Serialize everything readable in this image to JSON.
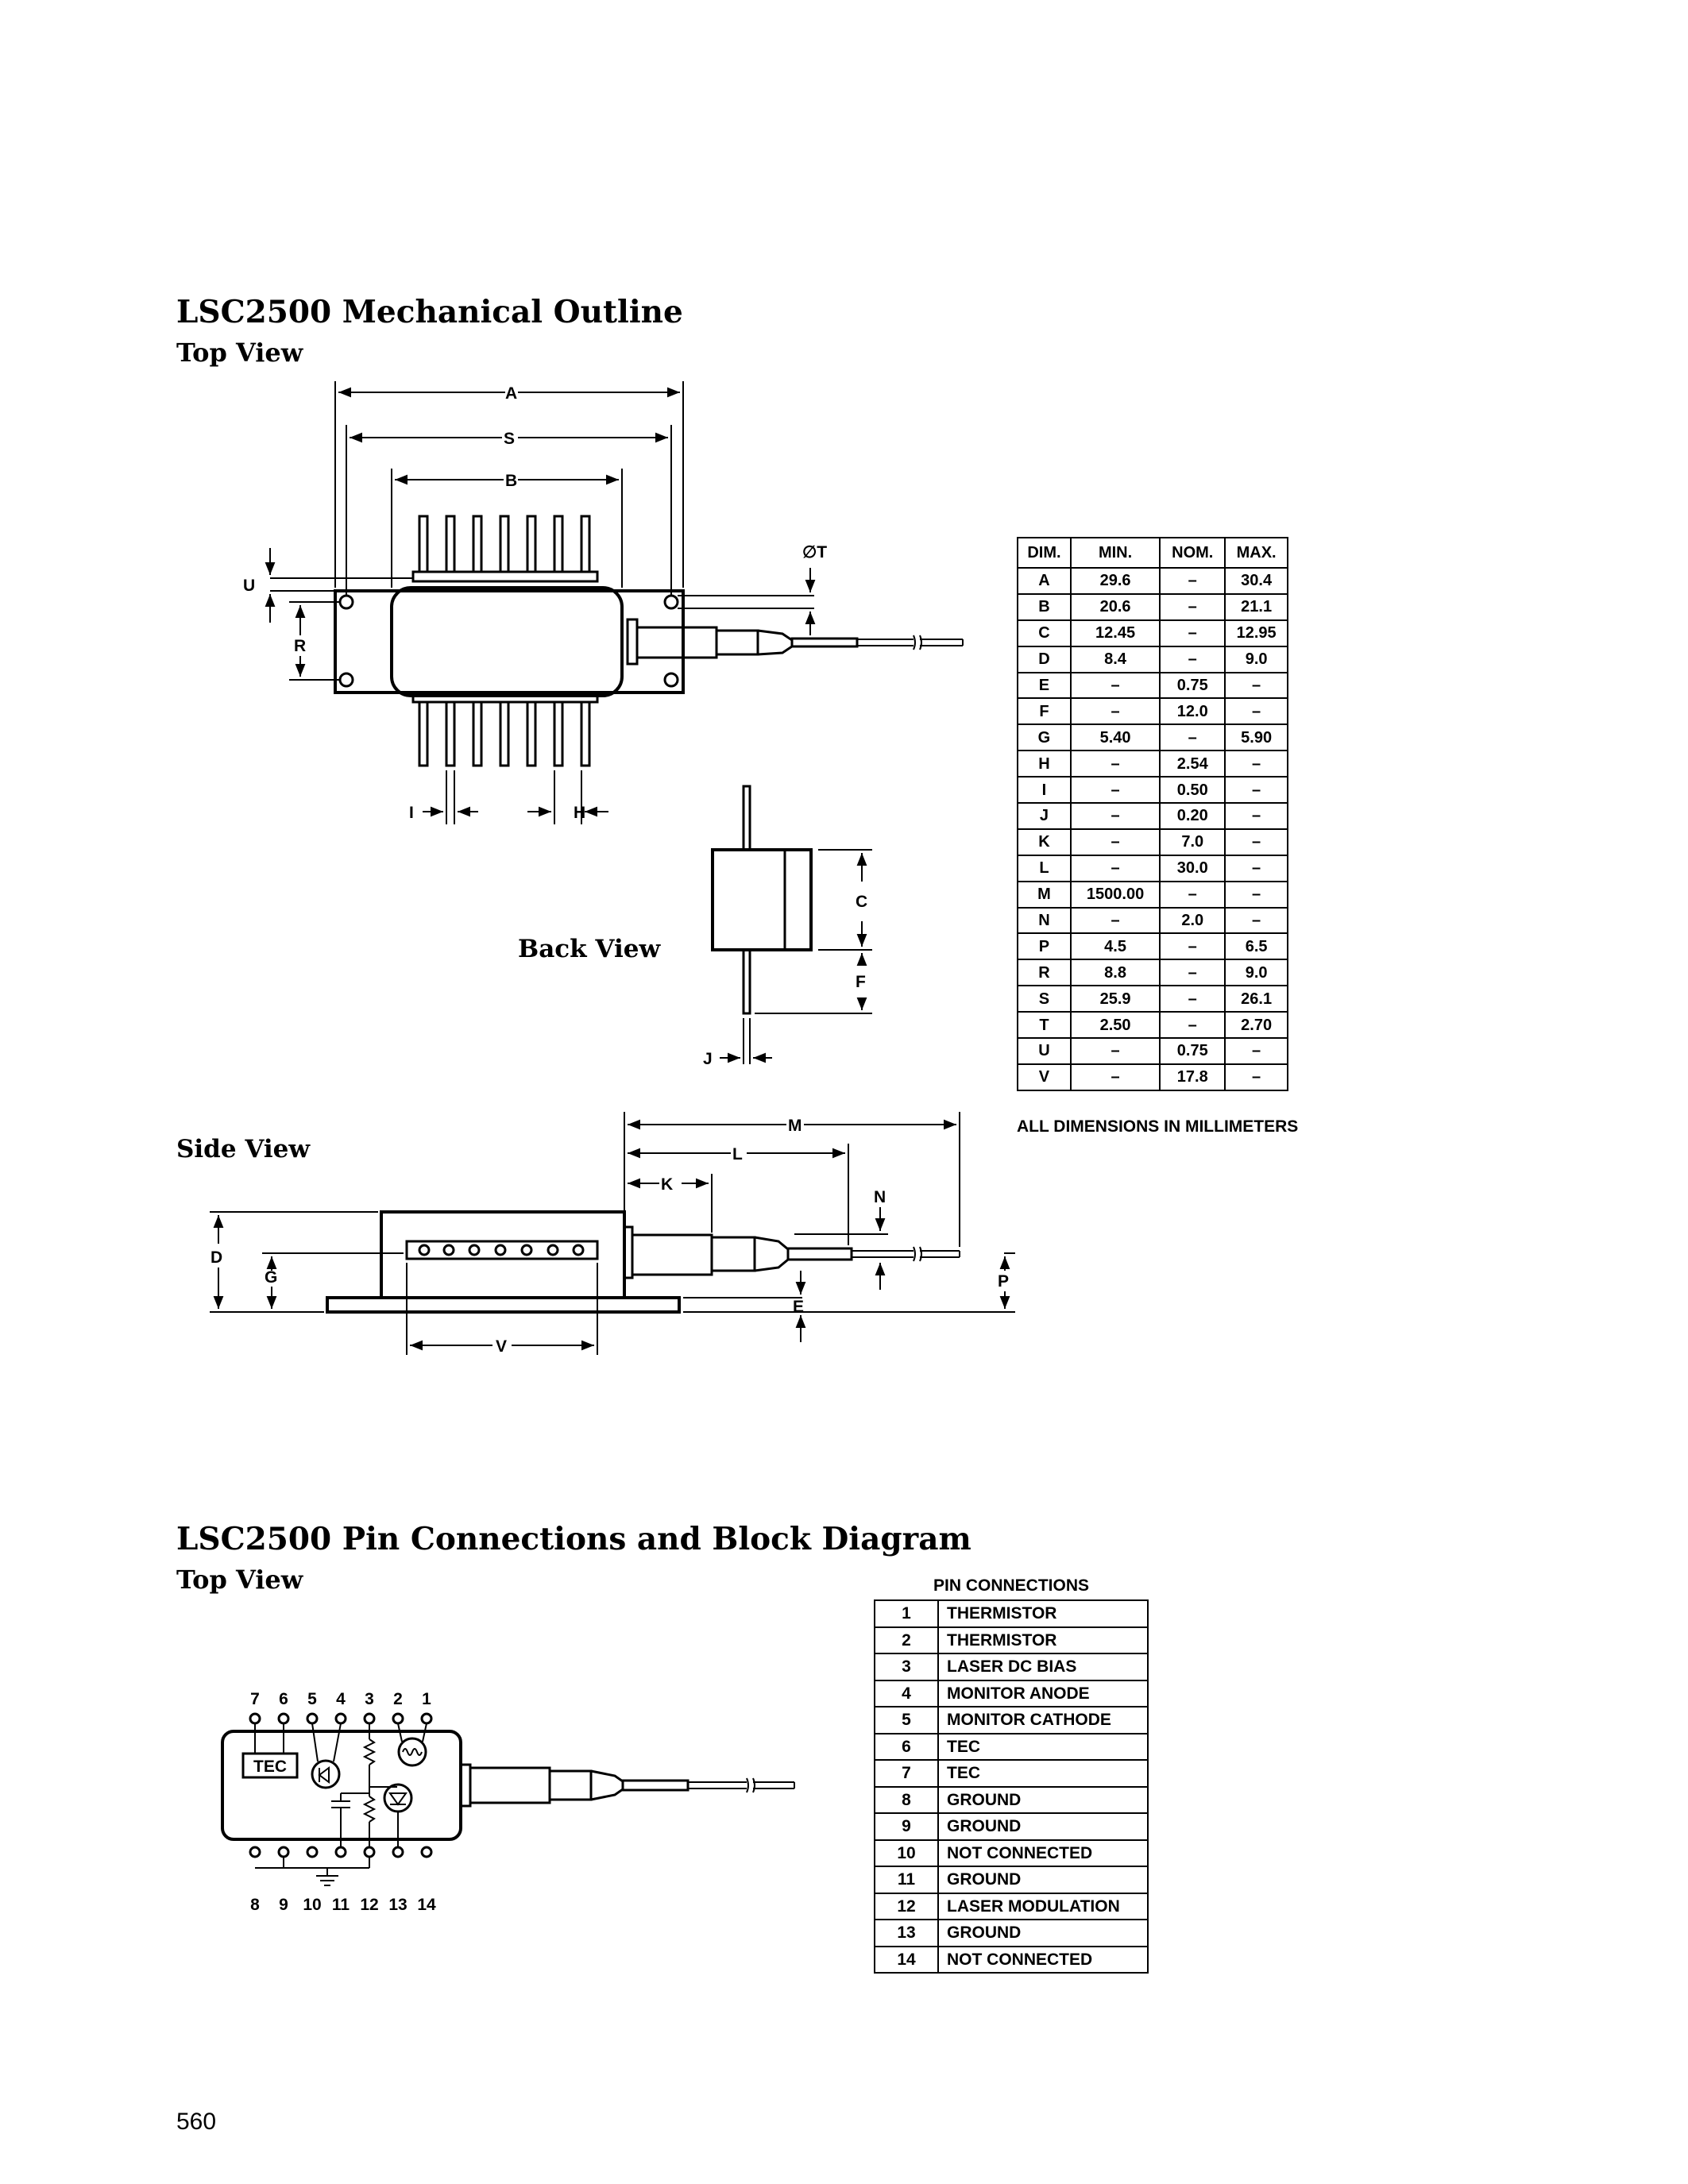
{
  "section1": {
    "title": "LSC2500 Mechanical Outline",
    "top_view": "Top View",
    "back_view": "Back View",
    "side_view": "Side View"
  },
  "labels": {
    "A": "A",
    "S": "S",
    "B": "B",
    "U": "U",
    "R": "R",
    "T": "∅T",
    "I": "I",
    "H": "H",
    "C": "C",
    "F": "F",
    "J": "J",
    "M": "M",
    "L": "L",
    "K": "K",
    "N": "N",
    "D": "D",
    "G": "G",
    "E": "E",
    "P": "P",
    "V": "V"
  },
  "dim_table": {
    "headers": [
      "DIM.",
      "MIN.",
      "NOM.",
      "MAX."
    ],
    "rows": [
      [
        "A",
        "29.6",
        "–",
        "30.4"
      ],
      [
        "B",
        "20.6",
        "–",
        "21.1"
      ],
      [
        "C",
        "12.45",
        "–",
        "12.95"
      ],
      [
        "D",
        "8.4",
        "–",
        "9.0"
      ],
      [
        "E",
        "–",
        "0.75",
        "–"
      ],
      [
        "F",
        "–",
        "12.0",
        "–"
      ],
      [
        "G",
        "5.40",
        "–",
        "5.90"
      ],
      [
        "H",
        "–",
        "2.54",
        "–"
      ],
      [
        "I",
        "–",
        "0.50",
        "–"
      ],
      [
        "J",
        "–",
        "0.20",
        "–"
      ],
      [
        "K",
        "–",
        "7.0",
        "–"
      ],
      [
        "L",
        "–",
        "30.0",
        "–"
      ],
      [
        "M",
        "1500.00",
        "–",
        "–"
      ],
      [
        "N",
        "–",
        "2.0",
        "–"
      ],
      [
        "P",
        "4.5",
        "–",
        "6.5"
      ],
      [
        "R",
        "8.8",
        "–",
        "9.0"
      ],
      [
        "S",
        "25.9",
        "–",
        "26.1"
      ],
      [
        "T",
        "2.50",
        "–",
        "2.70"
      ],
      [
        "U",
        "–",
        "0.75",
        "–"
      ],
      [
        "V",
        "–",
        "17.8",
        "–"
      ]
    ],
    "note": "ALL DIMENSIONS IN MILLIMETERS"
  },
  "section2": {
    "title": "LSC2500 Pin Connections and Block Diagram",
    "top_view": "Top View",
    "tec_label": "TEC",
    "top_pins": [
      "7",
      "6",
      "5",
      "4",
      "3",
      "2",
      "1"
    ],
    "bottom_pins": [
      "8",
      "9",
      "10",
      "11",
      "12",
      "13",
      "14"
    ]
  },
  "pin_table": {
    "title": "PIN CONNECTIONS",
    "rows": [
      [
        "1",
        "THERMISTOR"
      ],
      [
        "2",
        "THERMISTOR"
      ],
      [
        "3",
        "LASER DC BIAS"
      ],
      [
        "4",
        "MONITOR ANODE"
      ],
      [
        "5",
        "MONITOR CATHODE"
      ],
      [
        "6",
        "TEC"
      ],
      [
        "7",
        "TEC"
      ],
      [
        "8",
        "GROUND"
      ],
      [
        "9",
        "GROUND"
      ],
      [
        "10",
        "NOT CONNECTED"
      ],
      [
        "11",
        "GROUND"
      ],
      [
        "12",
        "LASER MODULATION"
      ],
      [
        "13",
        "GROUND"
      ],
      [
        "14",
        "NOT CONNECTED"
      ]
    ]
  },
  "page_number": "560"
}
